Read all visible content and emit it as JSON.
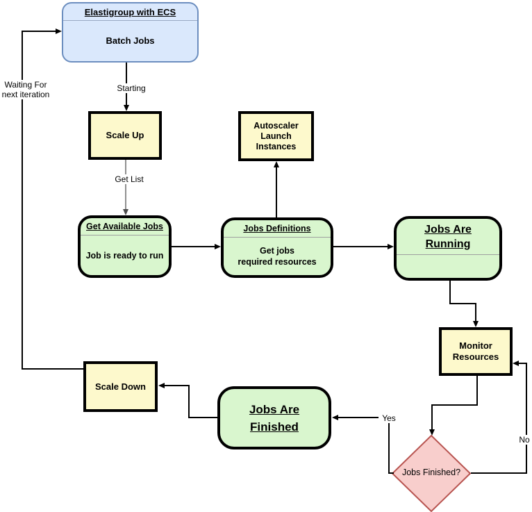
{
  "diagram": {
    "batch_jobs": {
      "title": "Elastigroup with ECS",
      "body": "Batch Jobs"
    },
    "scale_up": {
      "label": "Scale Up"
    },
    "autoscaler": {
      "line1": "Autoscaler",
      "line2": "Launch",
      "line3": "Instances"
    },
    "get_available_jobs": {
      "title": "Get Available Jobs",
      "body": "Job is ready to run"
    },
    "jobs_definitions": {
      "title": "Jobs Definitions",
      "body_line1": "Get jobs",
      "body_line2": "required resources"
    },
    "jobs_are_running": {
      "title_line1": "Jobs Are",
      "title_line2": "Running"
    },
    "monitor_resources": {
      "line1": "Monitor",
      "line2": "Resources"
    },
    "scale_down": {
      "label": "Scale Down"
    },
    "jobs_are_finished": {
      "title_line1": "Jobs Are",
      "title_line2": "Finished"
    },
    "decision": {
      "label": "Jobs Finished?"
    },
    "edge_labels": {
      "starting": "Starting",
      "get_list": "Get List",
      "waiting_line1": "Waiting For",
      "waiting_line2": "next iteration",
      "yes": "Yes",
      "no": "No"
    },
    "colors": {
      "start_fill": "#dae8fc",
      "start_border": "#6c8ebf",
      "process_fill": "#fdf9cc",
      "process_border": "#000000",
      "state_fill": "#d9f6ce",
      "state_border": "#000000",
      "decision_fill": "#f8cecc",
      "decision_border": "#b85450"
    }
  }
}
